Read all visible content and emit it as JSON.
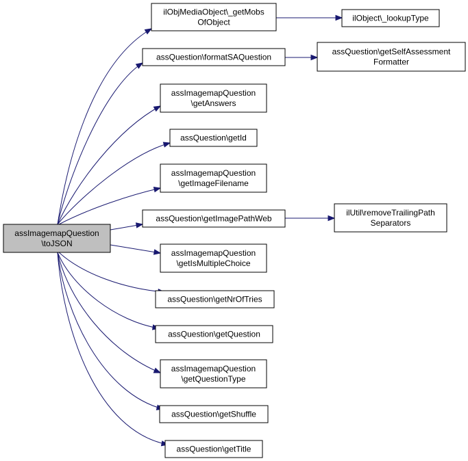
{
  "diagram": {
    "edge_color": "#191970",
    "root_fill": "#bfbfbf",
    "nodes": [
      {
        "id": "root",
        "lines": [
          "assImagemapQuestion",
          "\\toJSON"
        ],
        "root": true
      },
      {
        "id": "getMobs",
        "lines": [
          "ilObjMediaObject\\_getMobs",
          "OfObject"
        ]
      },
      {
        "id": "lookupType",
        "lines": [
          "ilObject\\_lookupType"
        ]
      },
      {
        "id": "formatSA",
        "lines": [
          "assQuestion\\formatSAQuestion"
        ]
      },
      {
        "id": "getSAFormatter",
        "lines": [
          "assQuestion\\getSelfAssessment",
          "Formatter"
        ]
      },
      {
        "id": "getAnswers",
        "lines": [
          "assImagemapQuestion",
          "\\getAnswers"
        ]
      },
      {
        "id": "getId",
        "lines": [
          "assQuestion\\getId"
        ]
      },
      {
        "id": "getImageFilename",
        "lines": [
          "assImagemapQuestion",
          "\\getImageFilename"
        ]
      },
      {
        "id": "getImagePathWeb",
        "lines": [
          "assQuestion\\getImagePathWeb"
        ]
      },
      {
        "id": "removeTrailing",
        "lines": [
          "ilUtil\\removeTrailingPath",
          "Separators"
        ]
      },
      {
        "id": "getIsMultipleChoice",
        "lines": [
          "assImagemapQuestion",
          "\\getIsMultipleChoice"
        ]
      },
      {
        "id": "getNrOfTries",
        "lines": [
          "assQuestion\\getNrOfTries"
        ]
      },
      {
        "id": "getQuestion",
        "lines": [
          "assQuestion\\getQuestion"
        ]
      },
      {
        "id": "getQuestionType",
        "lines": [
          "assImagemapQuestion",
          "\\getQuestionType"
        ]
      },
      {
        "id": "getShuffle",
        "lines": [
          "assQuestion\\getShuffle"
        ]
      },
      {
        "id": "getTitle",
        "lines": [
          "assQuestion\\getTitle"
        ]
      }
    ],
    "edges": [
      {
        "from": "root",
        "to": "getMobs"
      },
      {
        "from": "root",
        "to": "formatSA"
      },
      {
        "from": "root",
        "to": "getAnswers"
      },
      {
        "from": "root",
        "to": "getId"
      },
      {
        "from": "root",
        "to": "getImageFilename"
      },
      {
        "from": "root",
        "to": "getImagePathWeb"
      },
      {
        "from": "root",
        "to": "getIsMultipleChoice"
      },
      {
        "from": "root",
        "to": "getNrOfTries"
      },
      {
        "from": "root",
        "to": "getQuestion"
      },
      {
        "from": "root",
        "to": "getQuestionType"
      },
      {
        "from": "root",
        "to": "getShuffle"
      },
      {
        "from": "root",
        "to": "getTitle"
      },
      {
        "from": "getMobs",
        "to": "lookupType"
      },
      {
        "from": "formatSA",
        "to": "getSAFormatter"
      },
      {
        "from": "getImagePathWeb",
        "to": "removeTrailing"
      }
    ]
  }
}
